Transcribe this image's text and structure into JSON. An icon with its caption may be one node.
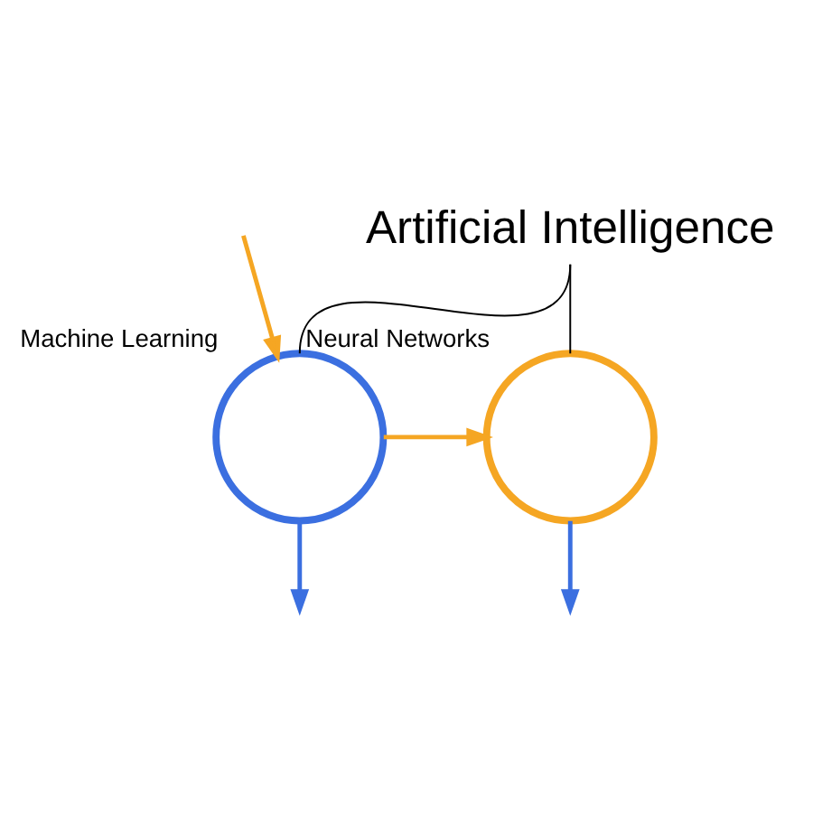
{
  "diagram": {
    "nodes": [
      {
        "text": [
          "Artificial Intelligence"
        ]
      },
      {
        "text": [],
        "shape": "circle",
        "beside": [
          "Machine Learning"
        ]
      },
      {
        "text": [],
        "shape": "circle",
        "beside": [
          "Neural Networks"
        ]
      }
    ],
    "edges": [
      {
        "from": 0,
        "to": 1,
        "arrow": "none"
      },
      {
        "from": 0,
        "to": 2,
        "arrow": "none"
      },
      {
        "from": null,
        "to": 1,
        "arrow": "to",
        "color": "#f5a623"
      },
      {
        "from": 1,
        "to": 2,
        "arrow": "to",
        "color": "#f5a623"
      },
      {
        "from": 1,
        "to": null,
        "arrow": "to",
        "color": "#3b6fe0"
      },
      {
        "from": 2,
        "to": null,
        "arrow": "to",
        "color": "#3b6fe0"
      }
    ]
  }
}
